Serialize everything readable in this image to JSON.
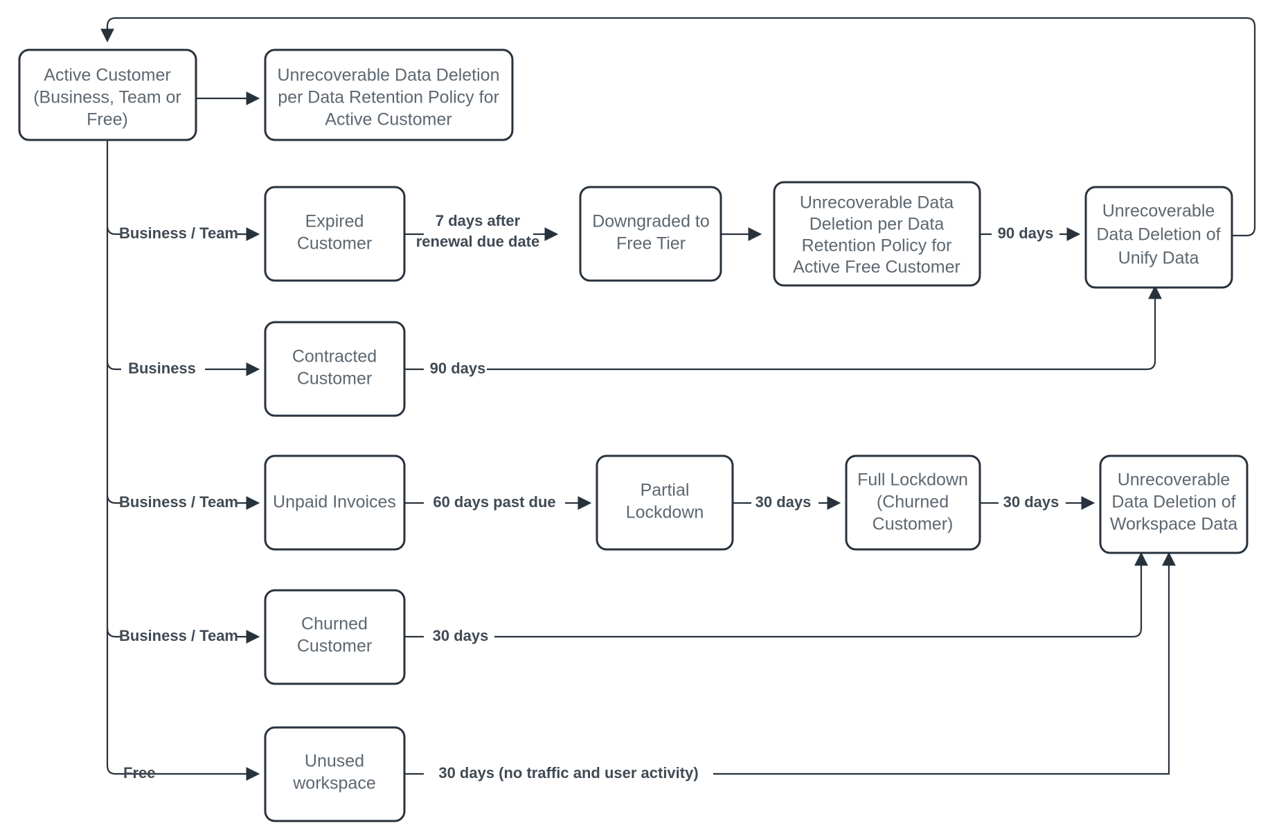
{
  "diagram": {
    "title": "Customer Lifecycle Data Deletion Flow",
    "colors": {
      "background": "#ffffff",
      "node_border": "#28323c",
      "node_fill": "#ffffff",
      "node_text": "#5d6770",
      "edge_line": "#28323c",
      "edge_label_text": "#404a54"
    },
    "nodes": [
      {
        "id": "active_customer",
        "label": "Active Customer\n(Business, Team or\nFree)"
      },
      {
        "id": "deletion_active",
        "label": "Unrecoverable Data Deletion\nper Data Retention Policy for\nActive Customer"
      },
      {
        "id": "expired_customer",
        "label": "Expired\nCustomer"
      },
      {
        "id": "downgraded_free",
        "label": "Downgraded to\nFree Tier"
      },
      {
        "id": "deletion_active_free",
        "label": "Unrecoverable Data\nDeletion per Data\nRetention Policy for\nActive Free Customer"
      },
      {
        "id": "deletion_unify",
        "label": "Unrecoverable\nData Deletion of\nUnify Data"
      },
      {
        "id": "contracted_customer",
        "label": "Contracted\nCustomer"
      },
      {
        "id": "unpaid_invoices",
        "label": "Unpaid Invoices"
      },
      {
        "id": "partial_lockdown",
        "label": "Partial\nLockdown"
      },
      {
        "id": "full_lockdown",
        "label": "Full Lockdown\n(Churned\nCustomer)"
      },
      {
        "id": "deletion_workspace",
        "label": "Unrecoverable\nData Deletion of\nWorkspace Data"
      },
      {
        "id": "churned_customer",
        "label": "Churned\nCustomer"
      },
      {
        "id": "unused_workspace",
        "label": "Unused\nworkspace"
      }
    ],
    "edges": [
      {
        "id": "e-active-deletion",
        "from": "active_customer",
        "to": "deletion_active",
        "label": ""
      },
      {
        "id": "e-branch-expired",
        "from": "active_customer",
        "to": "expired_customer",
        "label": "Business / Team"
      },
      {
        "id": "e-expired-downgraded",
        "from": "expired_customer",
        "to": "downgraded_free",
        "label": "7 days after\nrenewal due date"
      },
      {
        "id": "e-downgraded-deletion",
        "from": "downgraded_free",
        "to": "deletion_active_free",
        "label": ""
      },
      {
        "id": "e-freedeletion-unify",
        "from": "deletion_active_free",
        "to": "deletion_unify",
        "label": "90 days"
      },
      {
        "id": "e-unify-active-loop",
        "from": "deletion_unify",
        "to": "active_customer",
        "label": ""
      },
      {
        "id": "e-branch-contracted",
        "from": "active_customer",
        "to": "contracted_customer",
        "label": "Business"
      },
      {
        "id": "e-contracted-unify",
        "from": "contracted_customer",
        "to": "deletion_unify",
        "label": "90 days"
      },
      {
        "id": "e-branch-unpaid",
        "from": "active_customer",
        "to": "unpaid_invoices",
        "label": "Business / Team"
      },
      {
        "id": "e-unpaid-partial",
        "from": "unpaid_invoices",
        "to": "partial_lockdown",
        "label": "60 days past due"
      },
      {
        "id": "e-partial-full",
        "from": "partial_lockdown",
        "to": "full_lockdown",
        "label": "30 days"
      },
      {
        "id": "e-full-workspace",
        "from": "full_lockdown",
        "to": "deletion_workspace",
        "label": "30 days"
      },
      {
        "id": "e-branch-churned",
        "from": "active_customer",
        "to": "churned_customer",
        "label": "Business / Team"
      },
      {
        "id": "e-churned-workspace",
        "from": "churned_customer",
        "to": "deletion_workspace",
        "label": "30 days"
      },
      {
        "id": "e-branch-unused",
        "from": "active_customer",
        "to": "unused_workspace",
        "label": "Free"
      },
      {
        "id": "e-unused-workspace",
        "from": "unused_workspace",
        "to": "deletion_workspace",
        "label": "30 days (no traffic and user activity)"
      }
    ],
    "labels": {
      "node_active_customer_l1": "Active Customer",
      "node_active_customer_l2": "(Business, Team or",
      "node_active_customer_l3": "Free)",
      "node_deletion_active_l1": "Unrecoverable Data Deletion",
      "node_deletion_active_l2": "per Data Retention Policy for",
      "node_deletion_active_l3": "Active Customer",
      "node_expired_l1": "Expired",
      "node_expired_l2": "Customer",
      "node_downgraded_l1": "Downgraded to",
      "node_downgraded_l2": "Free Tier",
      "node_deletion_free_l1": "Unrecoverable Data",
      "node_deletion_free_l2": "Deletion per Data",
      "node_deletion_free_l3": "Retention Policy for",
      "node_deletion_free_l4": "Active Free Customer",
      "node_unify_l1": "Unrecoverable",
      "node_unify_l2": "Data Deletion of",
      "node_unify_l3": "Unify Data",
      "node_contracted_l1": "Contracted",
      "node_contracted_l2": "Customer",
      "node_unpaid_l1": "Unpaid Invoices",
      "node_partial_l1": "Partial",
      "node_partial_l2": "Lockdown",
      "node_full_l1": "Full Lockdown",
      "node_full_l2": "(Churned",
      "node_full_l3": "Customer)",
      "node_workspace_l1": "Unrecoverable",
      "node_workspace_l2": "Data Deletion of",
      "node_workspace_l3": "Workspace Data",
      "node_churned_l1": "Churned",
      "node_churned_l2": "Customer",
      "node_unused_l1": "Unused",
      "node_unused_l2": "workspace",
      "edge_business_team_1": "Business / Team",
      "edge_7days_l1": "7 days after",
      "edge_7days_l2": "renewal due date",
      "edge_90days_unify": "90 days",
      "edge_business": "Business",
      "edge_90days_contracted": "90 days",
      "edge_business_team_2": "Business / Team",
      "edge_60days": "60 days past due",
      "edge_30days_partial": "30 days",
      "edge_30days_full": "30 days",
      "edge_business_team_3": "Business / Team",
      "edge_30days_churned": "30 days",
      "edge_free": "Free",
      "edge_30days_unused": "30 days (no traffic and user activity)"
    }
  }
}
